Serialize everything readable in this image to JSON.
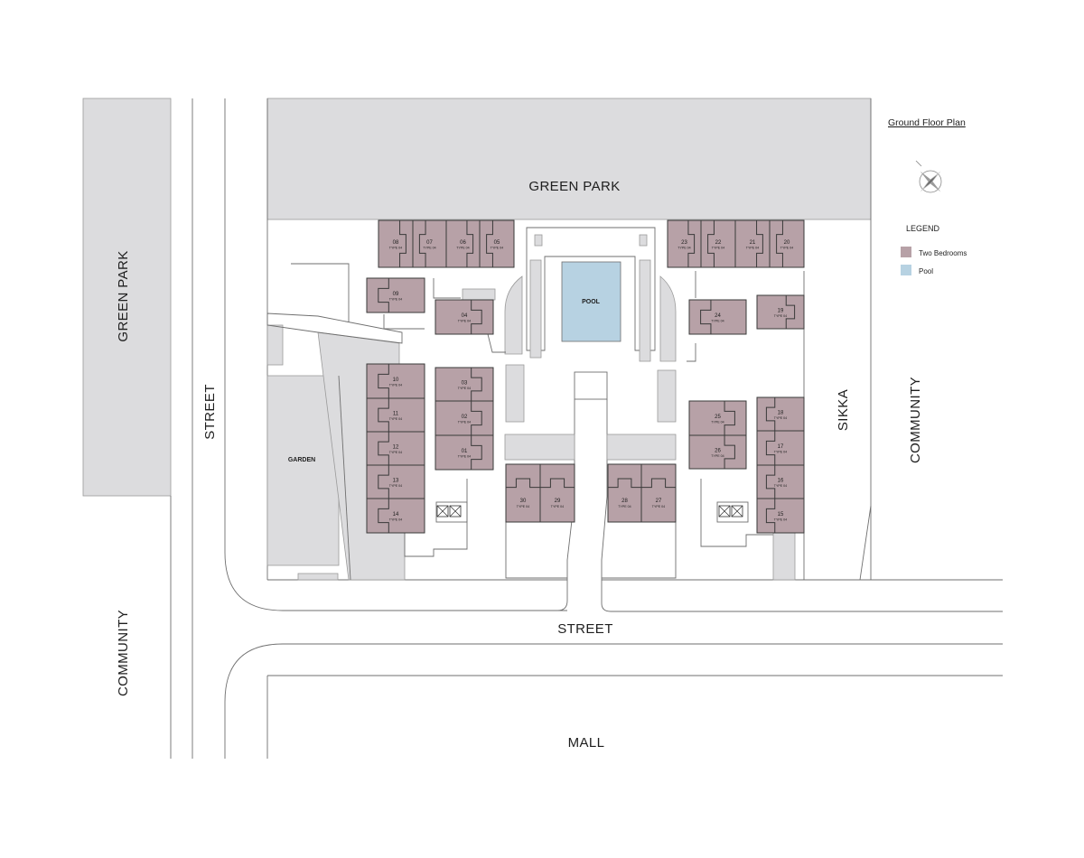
{
  "labels": {
    "green_park_top": "GREEN PARK",
    "green_park_left": "GREEN PARK",
    "street_left": "STREET",
    "street_bottom": "STREET",
    "community_left": "COMMUNITY",
    "community_right": "COMMUNITY",
    "sikka": "SIKKA",
    "mall": "MALL",
    "garden": "GARDEN",
    "pool": "POOL"
  },
  "legend": {
    "plan_title": "Ground Floor Plan",
    "heading": "LEGEND",
    "items": [
      {
        "label": "Two Bedrooms",
        "color": "#b7a1a7"
      },
      {
        "label": "Pool",
        "color": "#b7d2e2"
      }
    ]
  },
  "unit_type_label": "TYPE 04",
  "units": [
    "01",
    "02",
    "03",
    "04",
    "05",
    "06",
    "07",
    "08",
    "09",
    "10",
    "11",
    "12",
    "13",
    "14",
    "15",
    "16",
    "17",
    "18",
    "19",
    "20",
    "21",
    "22",
    "23",
    "24",
    "25",
    "26",
    "27",
    "28",
    "29",
    "30"
  ],
  "colors": {
    "two_bedrooms": "#b7a1a7",
    "pool": "#b7d2e2",
    "green_area": "#dcdcde"
  },
  "icons": [
    "compass-icon",
    "stair-icon"
  ]
}
